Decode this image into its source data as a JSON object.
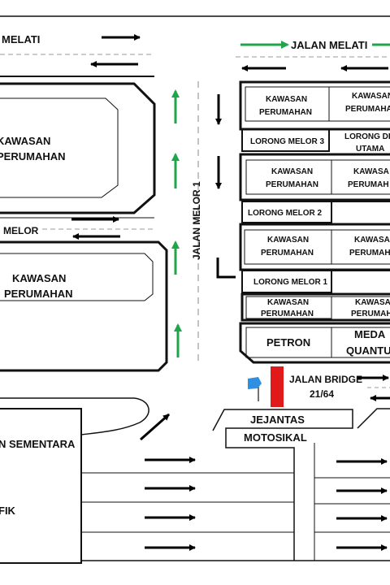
{
  "roads": {
    "jalan_melati_left": "MELATI",
    "jalan_melati_right": "JALAN MELATI",
    "jalan_melor_1": "JALAN MELOR 1",
    "melor": "MELOR",
    "jalan_bridge_line1": "JALAN BRIDGE",
    "jalan_bridge_line2": "21/64"
  },
  "left_blocks": {
    "top_line1": "KAWASAN",
    "top_line2": "PERUMAHAN",
    "mid_line1": "KAWASAN",
    "mid_line2": "PERUMAHAN",
    "bottom_line1": "N SEMENTARA",
    "bottom_line2": "FIK"
  },
  "right_blocks": {
    "row1_a_line1": "KAWASAN",
    "row1_a_line2": "PERUMAHAN",
    "row1_b_line1": "KAWASAN",
    "row1_b_line2": "PERUMAHAN",
    "lorong_melor_3": "LORONG MELOR 3",
    "lorong_d_line1": "LORONG DI",
    "lorong_d_line2": "UTAMA",
    "row2_a_line1": "KAWASAN",
    "row2_a_line2": "PERUMAHAN",
    "row2_b_line1": "KAWASA",
    "row2_b_line2": "PERUMAH",
    "lorong_melor_2": "LORONG MELOR 2",
    "row3_a_line1": "KAWASAN",
    "row3_a_line2": "PERUMAHAN",
    "row3_b_line1": "KAWASA",
    "row3_b_line2": "PERUMAH",
    "lorong_melor_1": "LORONG MELOR 1",
    "row4_a_line1": "KAWASAN",
    "row4_a_line2": "PERUMAHAN",
    "row4_b_line1": "KAWASA",
    "row4_b_line2": "PERUMAH",
    "petron": "PETRON",
    "medan_line1": "MEDA",
    "medan_line2": "QUANTU"
  },
  "jejantas": {
    "line1": "JEJANTAS",
    "line2": "MOTOSIKAL"
  },
  "colors": {
    "flow_arrow": "#1fa64a",
    "traffic_arrow": "#000000",
    "bridge": "#e0191b",
    "flag": "#2f8fe0"
  },
  "icons": {
    "flag": "flag-icon",
    "turn": "turn-arrow-icon"
  }
}
